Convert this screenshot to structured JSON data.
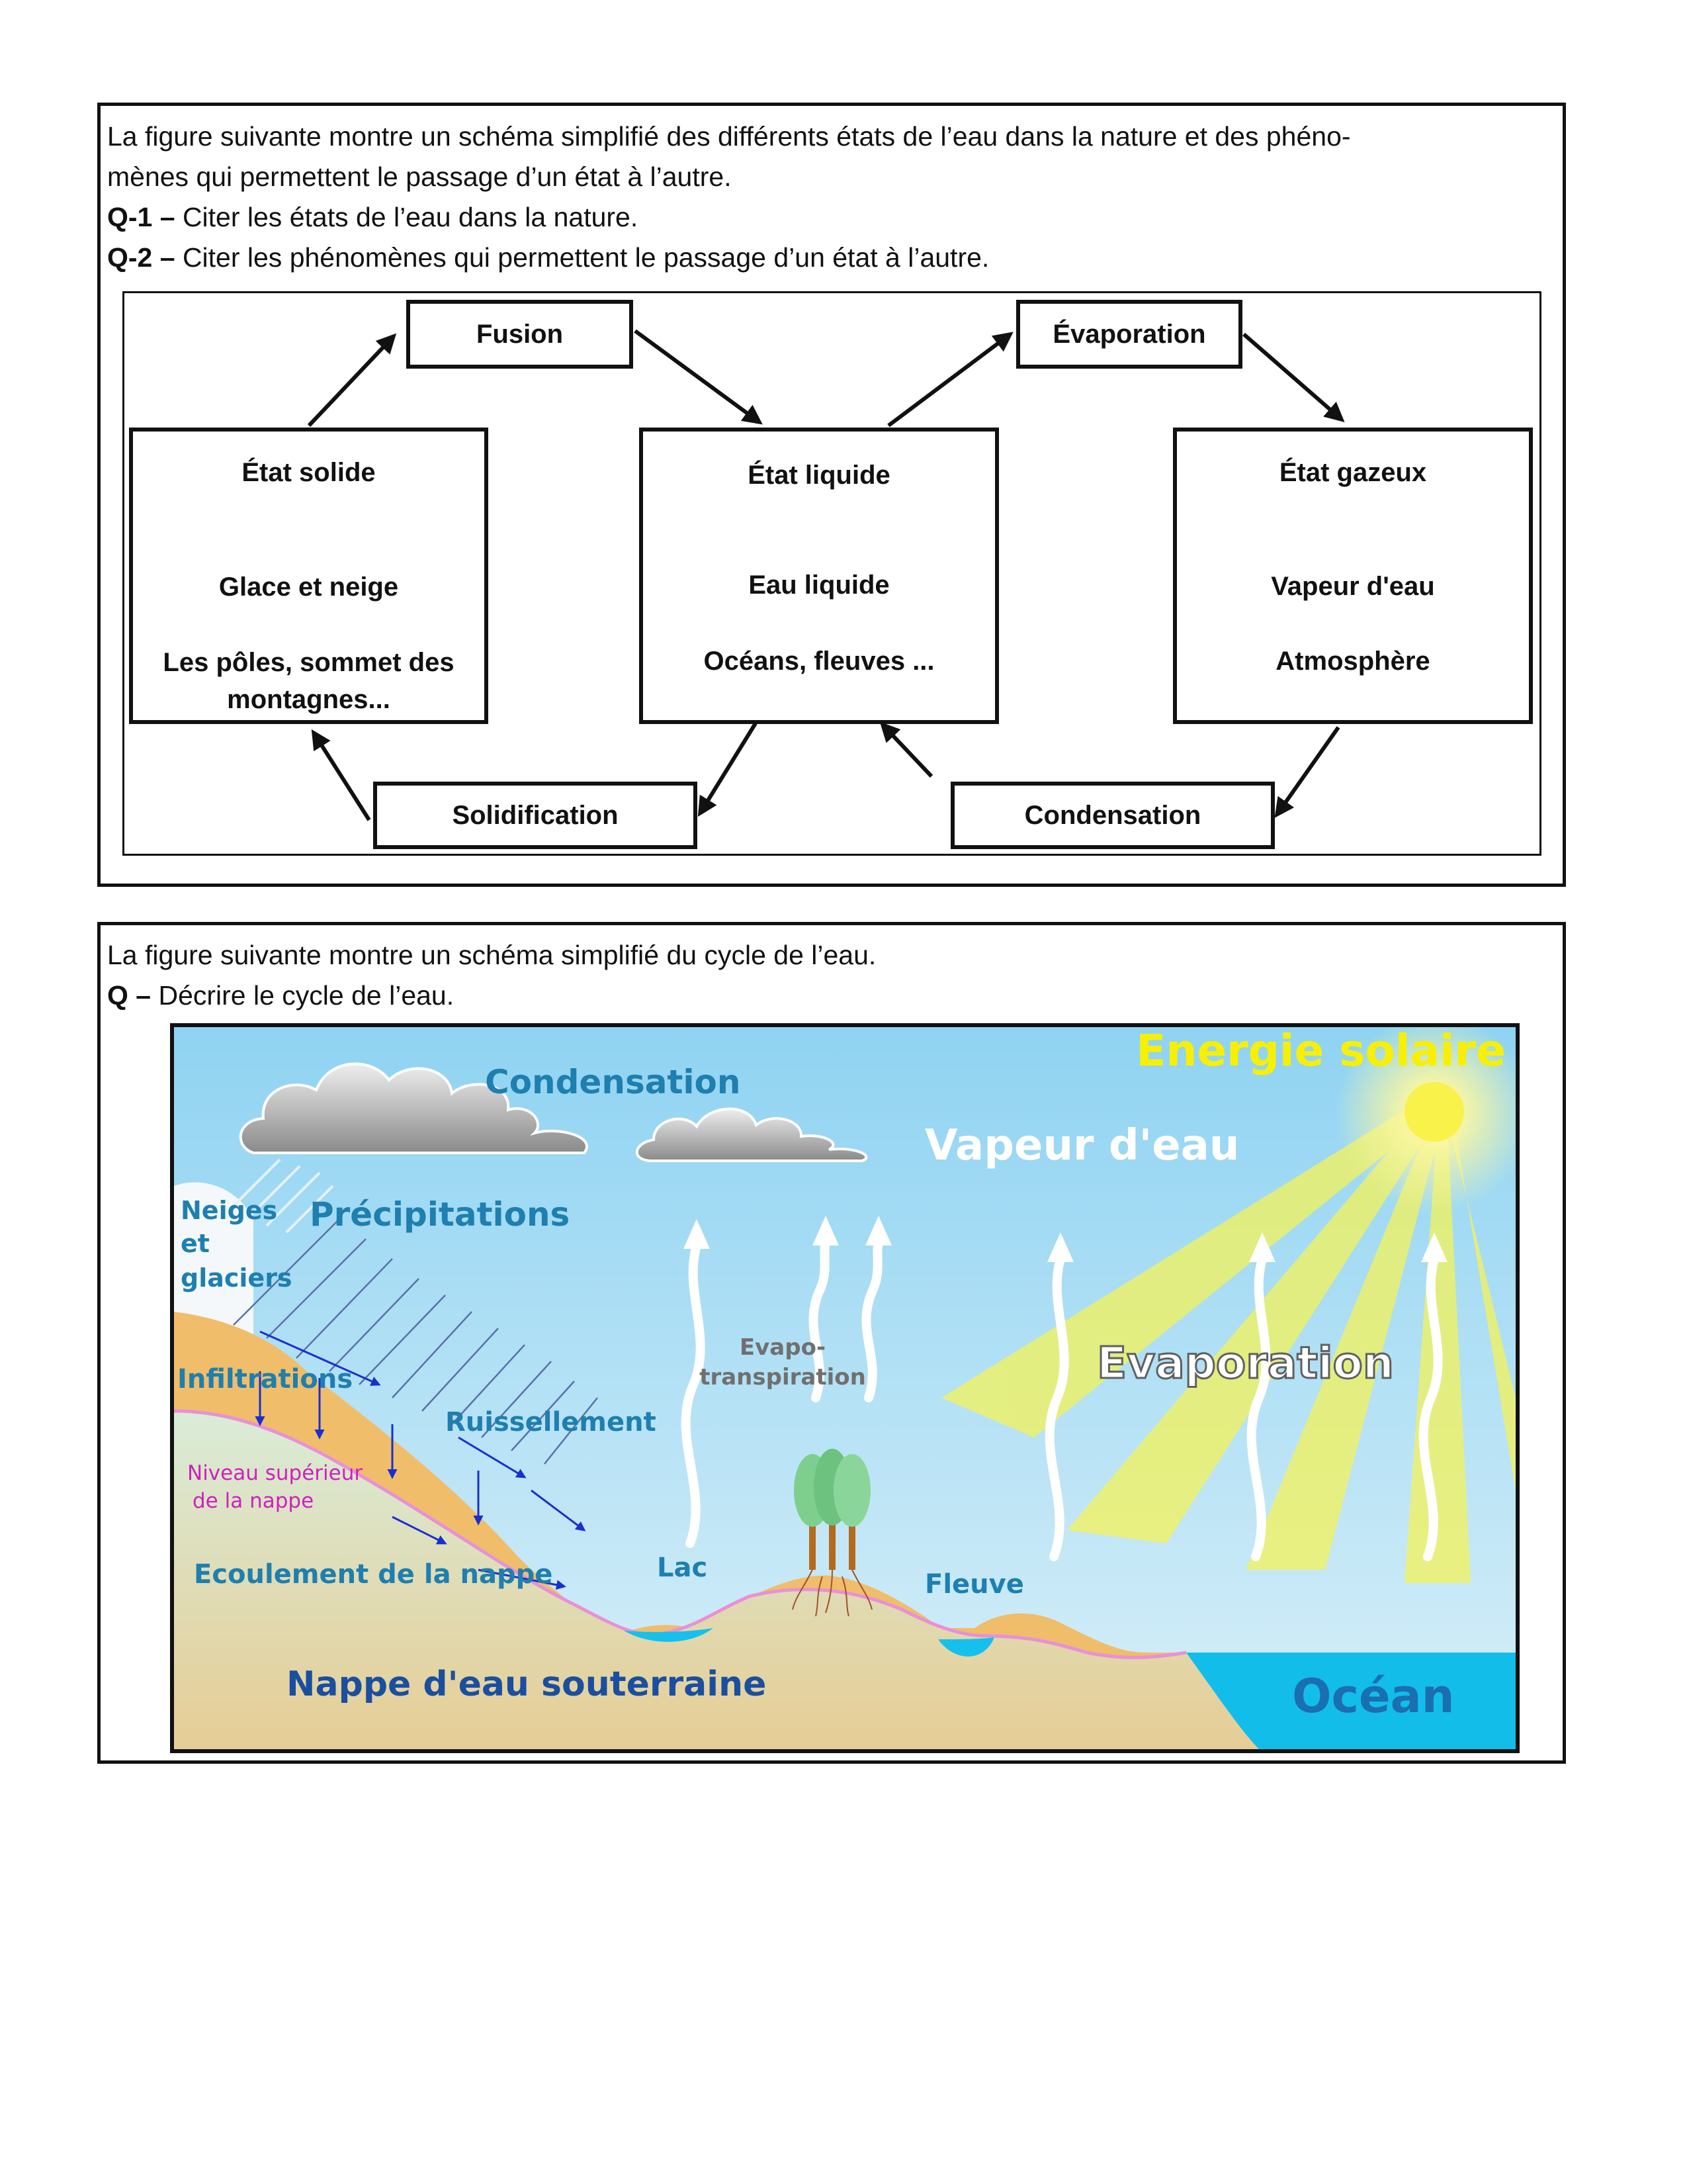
{
  "section1": {
    "intro_line1": "La figure suivante montre un schéma simplifié des différents états de l’eau dans la nature et des phéno-",
    "intro_line2": "mènes qui permettent le passage d’un état à l’autre.",
    "q1_label": "Q-1 –",
    "q1_text": " Citer les états de l’eau dans la nature.",
    "q2_label": "Q-2 –",
    "q2_text": " Citer les phénomènes qui permettent le passage d’un état à l’autre.",
    "states": {
      "solid": {
        "title": "État solide",
        "form": "Glace et neige",
        "place_line1": "Les pôles, sommet des",
        "place_line2": "montagnes..."
      },
      "liquid": {
        "title": "État liquide",
        "form": "Eau liquide",
        "place": "Océans, fleuves ..."
      },
      "gas": {
        "title": "État gazeux",
        "form": "Vapeur d'eau",
        "place": "Atmosphère"
      }
    },
    "processes": {
      "fusion": "Fusion",
      "evaporation": "Évaporation",
      "solidification": "Solidification",
      "condensation": "Condensation"
    }
  },
  "section2": {
    "intro": "La figure suivante montre un schéma simplifié du cycle de l’eau.",
    "q_label": "Q –",
    "q_text": " Décrire le cycle de l’eau.",
    "labels": {
      "energie": "Energie solaire",
      "condensation": "Condensation",
      "vapeur": "Vapeur d'eau",
      "neiges1": "Neiges",
      "neiges2": "et",
      "neiges3": "glaciers",
      "precipitations": "Précipitations",
      "evapo1": "Evapo-",
      "evapo2": "transpiration",
      "evaporation": "Evaporation",
      "infiltrations": "Infiltrations",
      "ruissellement": "Ruissellement",
      "niveau1": "Niveau supérieur",
      "niveau2": "de la nappe",
      "ecoulement": "Ecoulement de la nappe",
      "lac": "Lac",
      "fleuve": "Fleuve",
      "nappe": "Nappe d'eau souterraine",
      "ocean": "Océan"
    },
    "colors": {
      "sky_top": "#9fd8f2",
      "sky_bottom": "#d6eef8",
      "ground": "#e8cf98",
      "ground_top": "#f0b865",
      "water": "#16c0ec",
      "label_blue": "#1e7fb0",
      "dark_blue": "#1a4fa0",
      "magenta": "#d020c0",
      "sun": "#f8f000"
    }
  }
}
